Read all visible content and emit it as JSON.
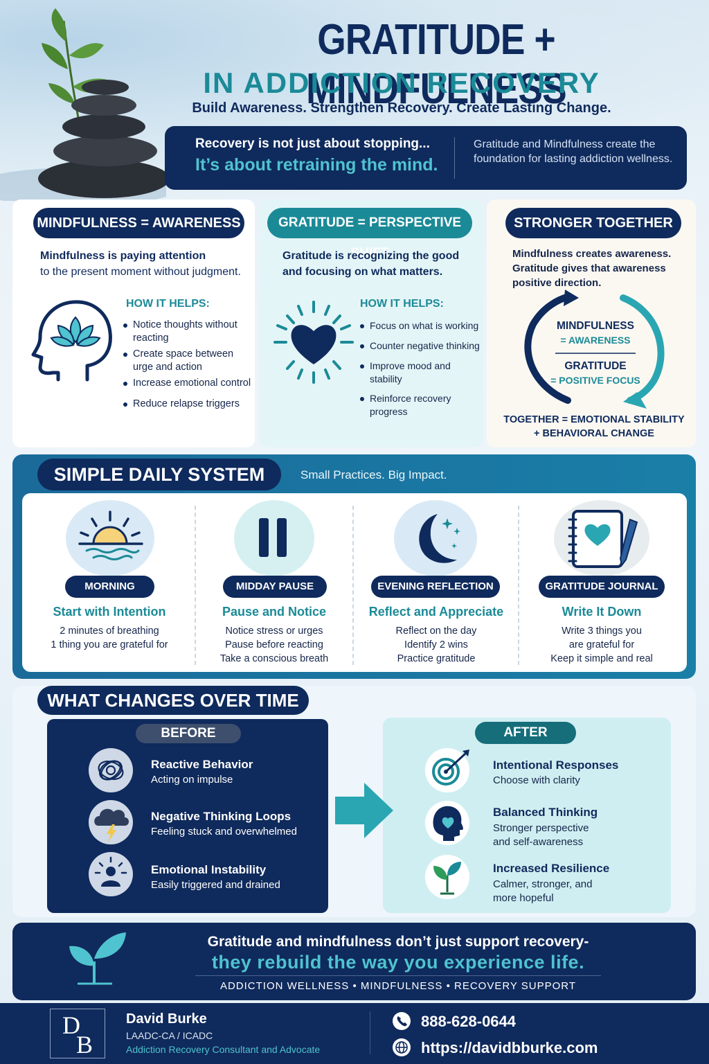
{
  "header": {
    "title": "GRATITUDE + MINDFULNESS",
    "subtitle": "IN ADDICTION RECOVERY",
    "tagline": "Build Awareness. Strengthen Recovery. Create Lasting Change."
  },
  "banner": {
    "line1": "Recovery is not just about stopping...",
    "line2": "It’s about retraining the mind.",
    "right": "Gratitude and Mindfulness create the foundation for lasting addiction wellness."
  },
  "cards": {
    "mindfulness": {
      "title": "MINDFULNESS = AWARENESS",
      "desc_bold": "Mindfulness is paying attention",
      "desc_rest": "to the present moment without judgment.",
      "how": "HOW IT HELPS:",
      "items": [
        "Notice thoughts without reacting",
        "Create space between urge and action",
        "Increase emotional control",
        "Reduce relapse triggers"
      ]
    },
    "gratitude": {
      "title": "GRATITUDE = PERSPECTIVE SHIFT",
      "desc": "Gratitude is recognizing the good and focusing on what matters.",
      "how": "HOW IT HELPS:",
      "items": [
        "Focus on what is working",
        "Counter negative thinking",
        "Improve mood and stability",
        "Reinforce recovery progress"
      ]
    },
    "together": {
      "title": "STRONGER TOGETHER",
      "desc": "Mindfulness creates awareness. Gratitude gives that awareness positive direction.",
      "m1": "MINDFULNESS",
      "m2": "= AWARENESS",
      "g1": "GRATITUDE",
      "g2": "= POSITIVE FOCUS",
      "foot1": "TOGETHER = EMOTIONAL STABILITY",
      "foot2": "+ BEHAVIORAL CHANGE"
    }
  },
  "system": {
    "title": "SIMPLE DAILY SYSTEM",
    "tagline": "Small Practices. Big Impact.",
    "columns": [
      {
        "tag": "MORNING",
        "heading": "Start with Intention",
        "lines": [
          "2 minutes of breathing",
          "1 thing you are grateful for"
        ]
      },
      {
        "tag": "MIDDAY PAUSE",
        "heading": "Pause and Notice",
        "lines": [
          "Notice stress or urges",
          "Pause before reacting",
          "Take a conscious breath"
        ]
      },
      {
        "tag": "EVENING REFLECTION",
        "heading": "Reflect and Appreciate",
        "lines": [
          "Reflect on the day",
          "Identify 2 wins",
          "Practice gratitude"
        ]
      },
      {
        "tag": "GRATITUDE JOURNAL",
        "heading": "Write It Down",
        "lines": [
          "Write 3 things you",
          "are grateful for",
          "Keep it simple and real"
        ]
      }
    ]
  },
  "changes": {
    "title": "WHAT CHANGES OVER TIME",
    "before_label": "BEFORE",
    "after_label": "AFTER",
    "before": [
      {
        "title": "Reactive Behavior",
        "lines": [
          "Acting on impulse"
        ]
      },
      {
        "title": "Negative Thinking Loops",
        "lines": [
          "Feeling stuck and overwhelmed"
        ]
      },
      {
        "title": "Emotional Instability",
        "lines": [
          "Easily triggered and drained"
        ]
      }
    ],
    "after": [
      {
        "title": "Intentional Responses",
        "lines": [
          "Choose with clarity"
        ]
      },
      {
        "title": "Balanced Thinking",
        "lines": [
          "Stronger perspective",
          "and self-awareness"
        ]
      },
      {
        "title": "Increased Resilience",
        "lines": [
          "Calmer, stronger, and",
          "more hopeful"
        ]
      }
    ]
  },
  "closing": {
    "line1": "Gratitude and mindfulness don’t just support recovery-",
    "line2": "they rebuild the way you experience life.",
    "line3": "ADDICTION WELLNESS • MINDFULNESS • RECOVERY SUPPORT"
  },
  "footer": {
    "logo_text": "DB",
    "name": "David Burke",
    "credentials": "LAADC-CA / ICADC",
    "role": "Addiction Recovery Consultant and Advocate",
    "phone": "888-628-0644",
    "website": "https://davidbburke.com"
  },
  "colors": {
    "navy": "#0f2a5c",
    "teal": "#1b8a97",
    "light_teal": "#4fc3cf"
  }
}
